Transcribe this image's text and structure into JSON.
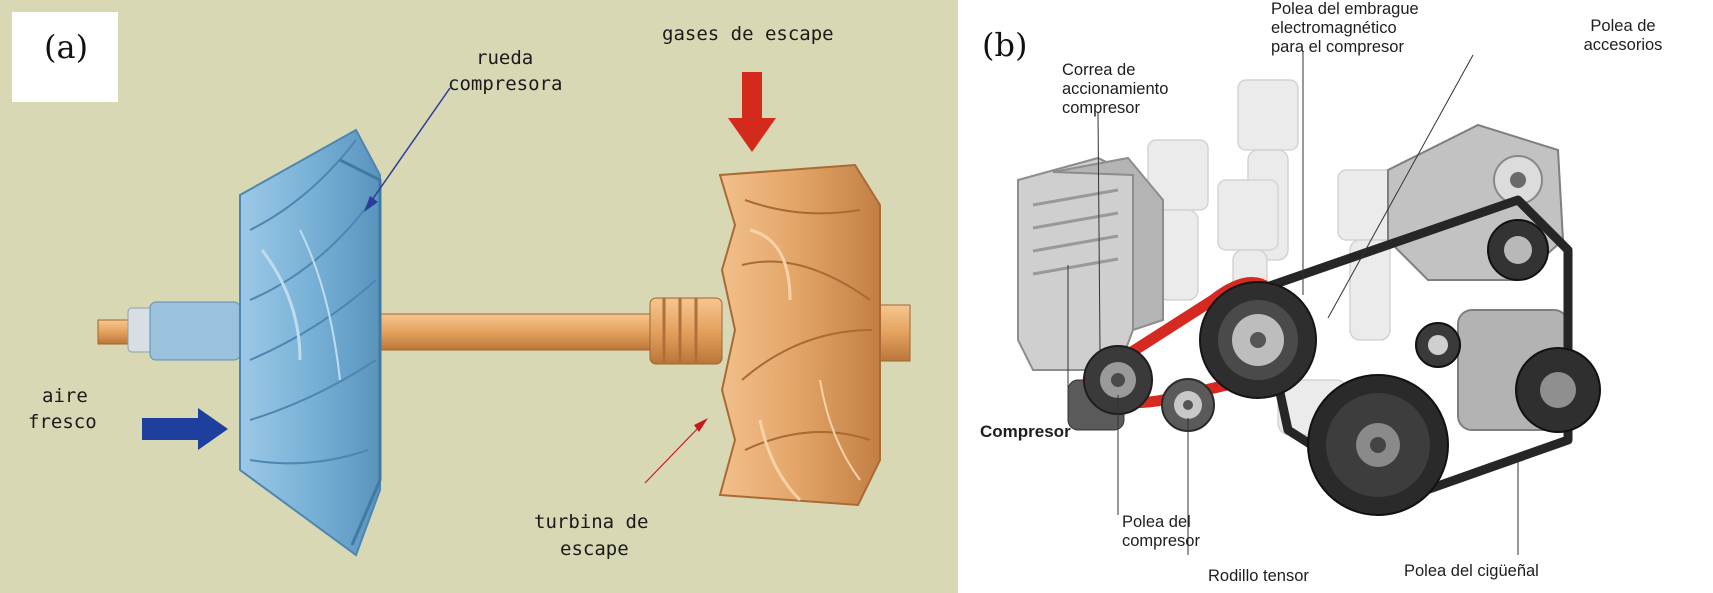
{
  "panel_a": {
    "label": "(a)",
    "colors": {
      "background": "#d8d8b4",
      "compressor": "#7fb6d8",
      "turbine": "#e3a86c",
      "shaft": "#e8aa66",
      "air_arrow": "#1f3f9e",
      "gas_arrow": "#d42a1c"
    },
    "labels": {
      "rueda": "rueda",
      "compresora": "compresora",
      "gases": "gases de escape",
      "aire": "aire",
      "fresco": "fresco",
      "turbina": "turbina de",
      "escape": "escape"
    }
  },
  "panel_b": {
    "label": "(b)",
    "colors": {
      "belt_drive": "#d42a22",
      "belt_accessory": "#262626",
      "housing": "#bdbdbd"
    },
    "callouts": {
      "correa": [
        "Correa de",
        "accionamiento",
        "compresor"
      ],
      "embrague": [
        "Polea del embrague",
        "electromagnético",
        "para el compresor"
      ],
      "accesorios": [
        "Polea de",
        "accesorios"
      ],
      "compresor": "Compresor",
      "polea_compresor": [
        "Polea del",
        "compresor"
      ],
      "rodillo": "Rodillo tensor",
      "ciguenal": "Polea del cigüeñal"
    }
  }
}
